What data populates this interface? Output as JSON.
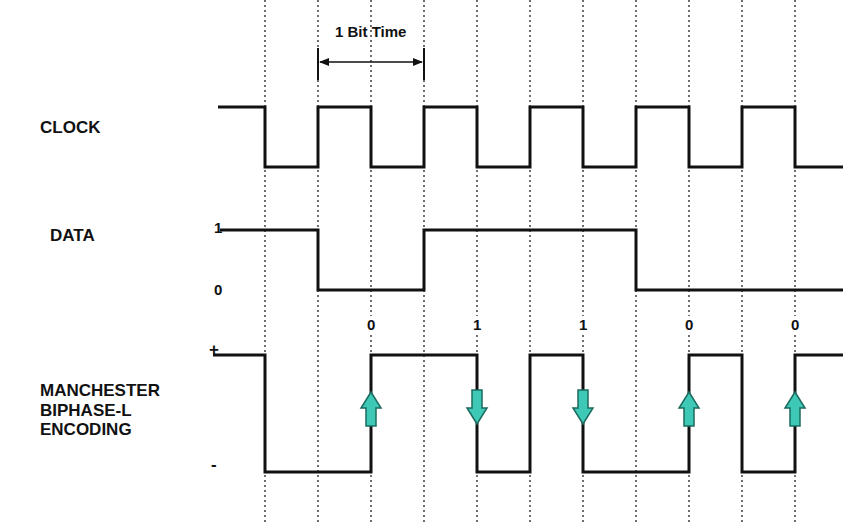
{
  "diagram": {
    "labels": [
      "1 Bit Time",
      "CLOCK",
      "DATA",
      "1",
      "0",
      "0",
      "1",
      "1",
      "0",
      "0",
      "+",
      "MANCHESTER BIPHASE-L ENCODING",
      "-"
    ]
  }
}
